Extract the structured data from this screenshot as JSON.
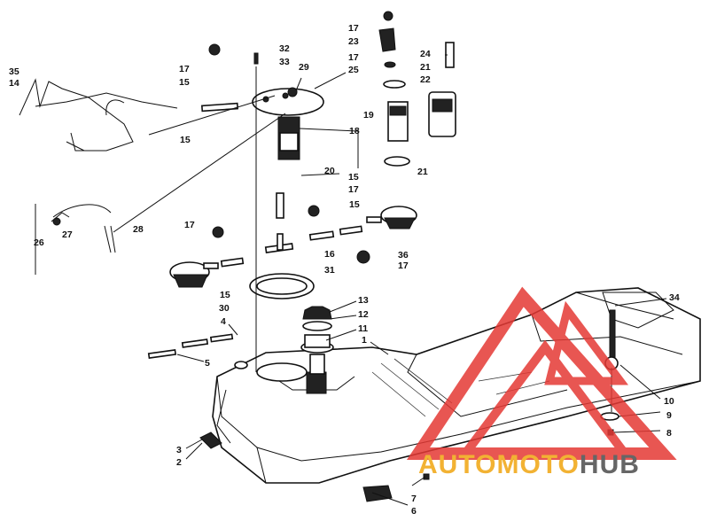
{
  "diagram": {
    "callouts": [
      {
        "id": "c1",
        "text": "1"
      },
      {
        "id": "c2",
        "text": "2"
      },
      {
        "id": "c3",
        "text": "3"
      },
      {
        "id": "c4",
        "text": "4"
      },
      {
        "id": "c5",
        "text": "5"
      },
      {
        "id": "c6",
        "text": "6"
      },
      {
        "id": "c7",
        "text": "7"
      },
      {
        "id": "c8",
        "text": "8"
      },
      {
        "id": "c9",
        "text": "9"
      },
      {
        "id": "c10",
        "text": "10"
      },
      {
        "id": "c11",
        "text": "11"
      },
      {
        "id": "c12",
        "text": "12"
      },
      {
        "id": "c13",
        "text": "13"
      },
      {
        "id": "c14",
        "text": "14"
      },
      {
        "id": "c15a",
        "text": "15"
      },
      {
        "id": "c15b",
        "text": "15"
      },
      {
        "id": "c15c",
        "text": "15"
      },
      {
        "id": "c15d",
        "text": "15"
      },
      {
        "id": "c15e",
        "text": "15"
      },
      {
        "id": "c16",
        "text": "16"
      },
      {
        "id": "c17a",
        "text": "17"
      },
      {
        "id": "c17b",
        "text": "17"
      },
      {
        "id": "c17c",
        "text": "17"
      },
      {
        "id": "c17d",
        "text": "17"
      },
      {
        "id": "c17e",
        "text": "17"
      },
      {
        "id": "c17f",
        "text": "17"
      },
      {
        "id": "c18",
        "text": "18"
      },
      {
        "id": "c19",
        "text": "19"
      },
      {
        "id": "c20",
        "text": "20"
      },
      {
        "id": "c21a",
        "text": "21"
      },
      {
        "id": "c21b",
        "text": "21"
      },
      {
        "id": "c22",
        "text": "22"
      },
      {
        "id": "c23",
        "text": "23"
      },
      {
        "id": "c24",
        "text": "24"
      },
      {
        "id": "c25",
        "text": "25"
      },
      {
        "id": "c26",
        "text": "26"
      },
      {
        "id": "c27",
        "text": "27"
      },
      {
        "id": "c28",
        "text": "28"
      },
      {
        "id": "c29",
        "text": "29"
      },
      {
        "id": "c30",
        "text": "30"
      },
      {
        "id": "c31",
        "text": "31"
      },
      {
        "id": "c32",
        "text": "32"
      },
      {
        "id": "c33",
        "text": "33"
      },
      {
        "id": "c34",
        "text": "34"
      },
      {
        "id": "c35",
        "text": "35"
      },
      {
        "id": "c36",
        "text": "36"
      }
    ]
  },
  "watermark": {
    "text_auto": "AUTO",
    "text_moto": "MOTO",
    "text_hub": "HUB",
    "color_triangle": "#e53935",
    "color_auto": "#f2b233",
    "color_hub": "#666666"
  }
}
